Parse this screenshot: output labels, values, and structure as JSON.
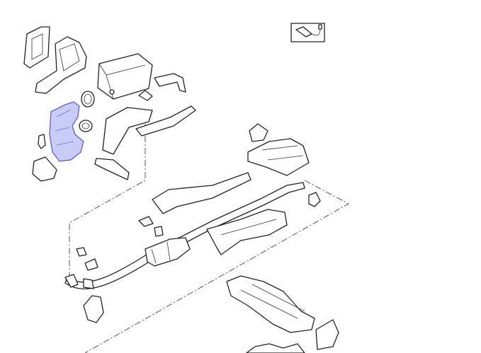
{
  "diagram": {
    "type": "exploded-parts-view",
    "highlighted_part": "heat-shield-front",
    "colors": {
      "line": "#222222",
      "highlight_fill": "#c9ccf5",
      "highlight_stroke": "#5a5fd8",
      "background": "#ffffff"
    },
    "parts": [
      "bracket-top-left",
      "heat-shield-upper",
      "muffler-front",
      "clamp-ring-1",
      "clamp-ring-2",
      "heat-shield-front",
      "clip",
      "bracket-lower-left",
      "pipe-bracket",
      "heat-shield-center",
      "hanger-bracket",
      "mounting-rail",
      "bracket-small",
      "oxygen-sensor-inset",
      "heat-shield-mid",
      "rail-long",
      "intermediate-pipe",
      "catalytic-converter",
      "heat-shield-rear-center",
      "hanger-rubber",
      "clip-small",
      "flange-front",
      "bracket-bottom",
      "heat-shield-rear",
      "rear-muffler"
    ]
  }
}
